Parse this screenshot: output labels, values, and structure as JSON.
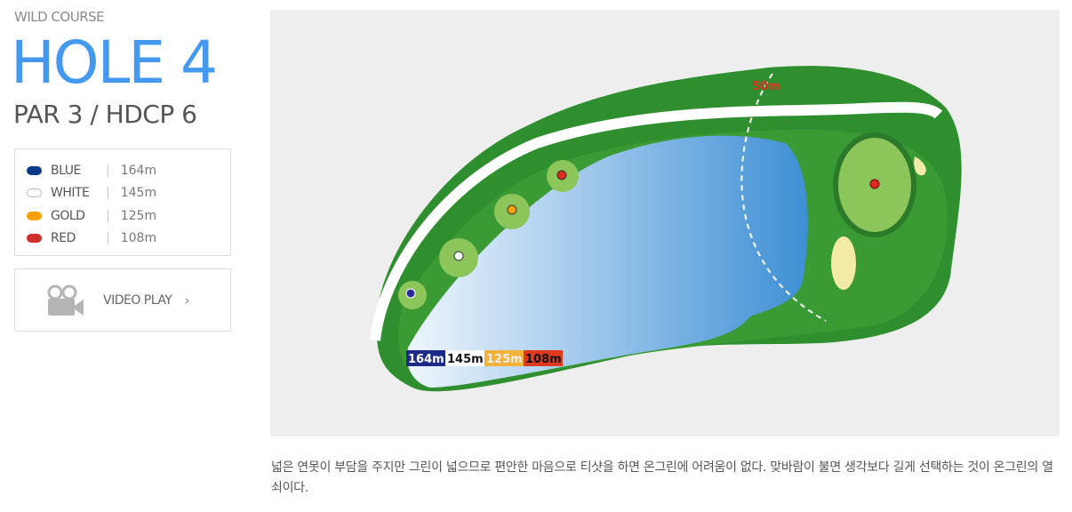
{
  "course_name": "WILD COURSE",
  "hole_title": "HOLE 4",
  "par_hdcp": "PAR 3 / HDCP 6",
  "tees": [
    {
      "name": "BLUE",
      "distance": "164m",
      "color": "#0a3a8a"
    },
    {
      "name": "WHITE",
      "distance": "145m",
      "color": "#ffffff"
    },
    {
      "name": "GOLD",
      "distance": "125m",
      "color": "#f5a10a"
    },
    {
      "name": "RED",
      "distance": "108m",
      "color": "#d0302a"
    }
  ],
  "video": {
    "label": "VIDEO PLAY",
    "icon": "video-camera-icon",
    "chevron": "›"
  },
  "map": {
    "marker_label": "50m",
    "distance_bar": [
      {
        "text": "164m",
        "bg": "#1e2a8a",
        "fg": "#ffffff"
      },
      {
        "text": "145m",
        "bg": "#ffffff",
        "fg": "#111111"
      },
      {
        "text": "125m",
        "bg": "#f3b13a",
        "fg": "#f0f0f0"
      },
      {
        "text": "108m",
        "bg": "#e0391f",
        "fg": "#111111"
      }
    ]
  },
  "description": "넓은 연못이 부담을 주지만 그린이 넓으므로 편안한 마음으로 티샷을 하면 온그린에 어려움이 없다. 맞바람이 불면 생각보다 길게 선택하는 것이 온그린의 열쇠이다."
}
